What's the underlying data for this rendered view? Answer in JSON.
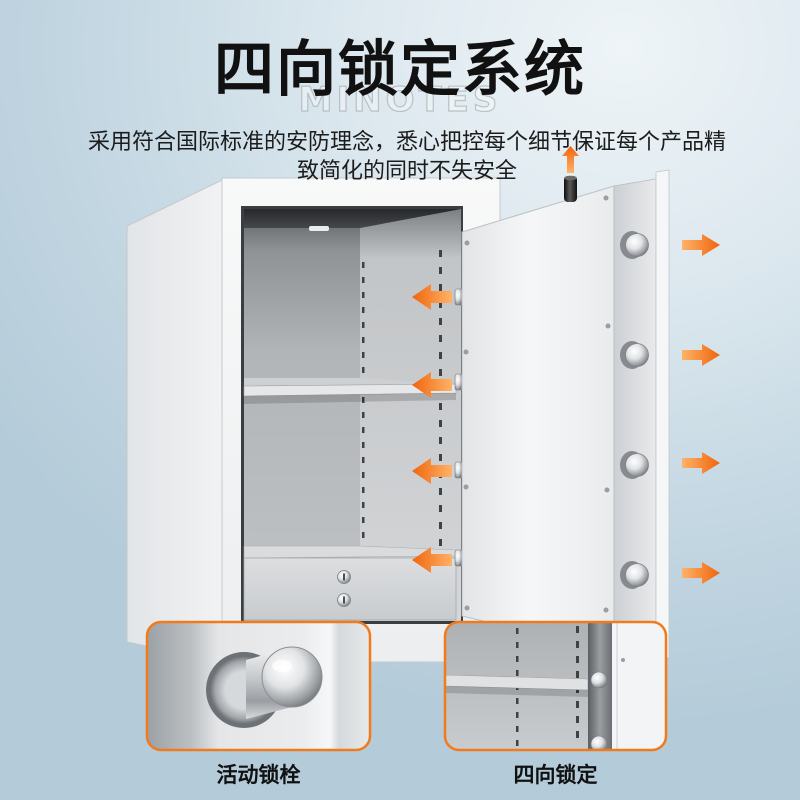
{
  "title": "四向锁定系统",
  "watermark": "MINOTES",
  "subtitle": {
    "line1": "采用符合国际标准的安防理念，悉心把控每个细节保证每个产品精",
    "line2": "致简化的同时不失安全"
  },
  "insets": [
    {
      "caption": "活动锁栓"
    },
    {
      "caption": "四向锁定"
    }
  ],
  "colors": {
    "accent": "#f07a1c",
    "title_text": "#111111",
    "background_light": "#eef4f7",
    "background_blue": "#b4cbd9"
  },
  "icons": [
    "arrow-left-icon",
    "arrow-right-icon",
    "arrow-up-icon"
  ]
}
